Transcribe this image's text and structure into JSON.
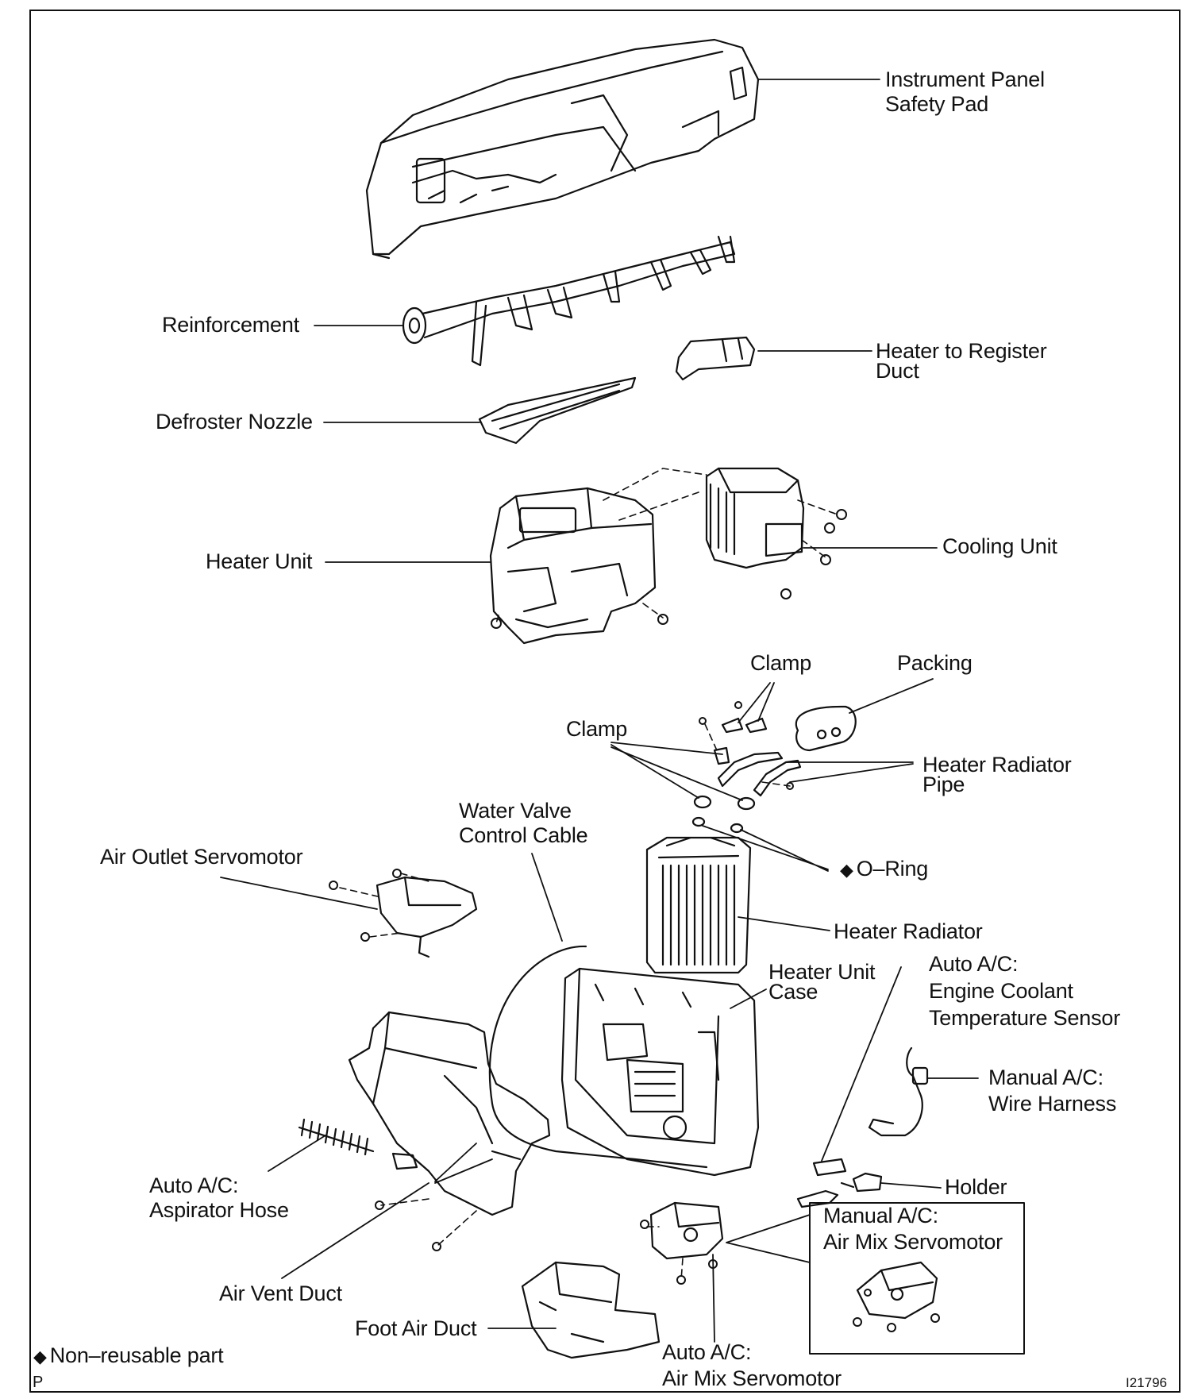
{
  "labels": {
    "instrument_panel": [
      "Instrument Panel",
      "Safety Pad"
    ],
    "reinforcement": "Reinforcement",
    "heater_register_duct": [
      "Heater to Register",
      "Duct"
    ],
    "defroster_nozzle": "Defroster Nozzle",
    "heater_unit": "Heater Unit",
    "cooling_unit": "Cooling Unit",
    "clamp_top": "Clamp",
    "packing": "Packing",
    "clamp_left": "Clamp",
    "heater_radiator_pipe": [
      "Heater Radiator",
      "Pipe"
    ],
    "water_valve_cable": [
      "Water Valve",
      "Control Cable"
    ],
    "air_outlet_servomotor": "Air Outlet Servomotor",
    "o_ring": "O–Ring",
    "heater_radiator": "Heater Radiator",
    "heater_unit_case": [
      "Heater Unit",
      "Case"
    ],
    "engine_coolant_sensor": [
      "Auto A/C:",
      "Engine Coolant",
      "Temperature Sensor"
    ],
    "wire_harness": [
      "Manual A/C:",
      "Wire Harness"
    ],
    "holder": "Holder",
    "aspirator_hose": [
      "Auto A/C:",
      "Aspirator Hose"
    ],
    "manual_air_mix": [
      "Manual A/C:",
      "Air Mix Servomotor"
    ],
    "air_vent_duct": "Air Vent Duct",
    "foot_air_duct": "Foot Air Duct",
    "auto_air_mix": [
      "Auto A/C:",
      "Air Mix Servomotor"
    ],
    "non_reusable": "Non–reusable part",
    "diamond_symbol": "◆"
  },
  "corner_left": "P",
  "figure_id": "I21796"
}
